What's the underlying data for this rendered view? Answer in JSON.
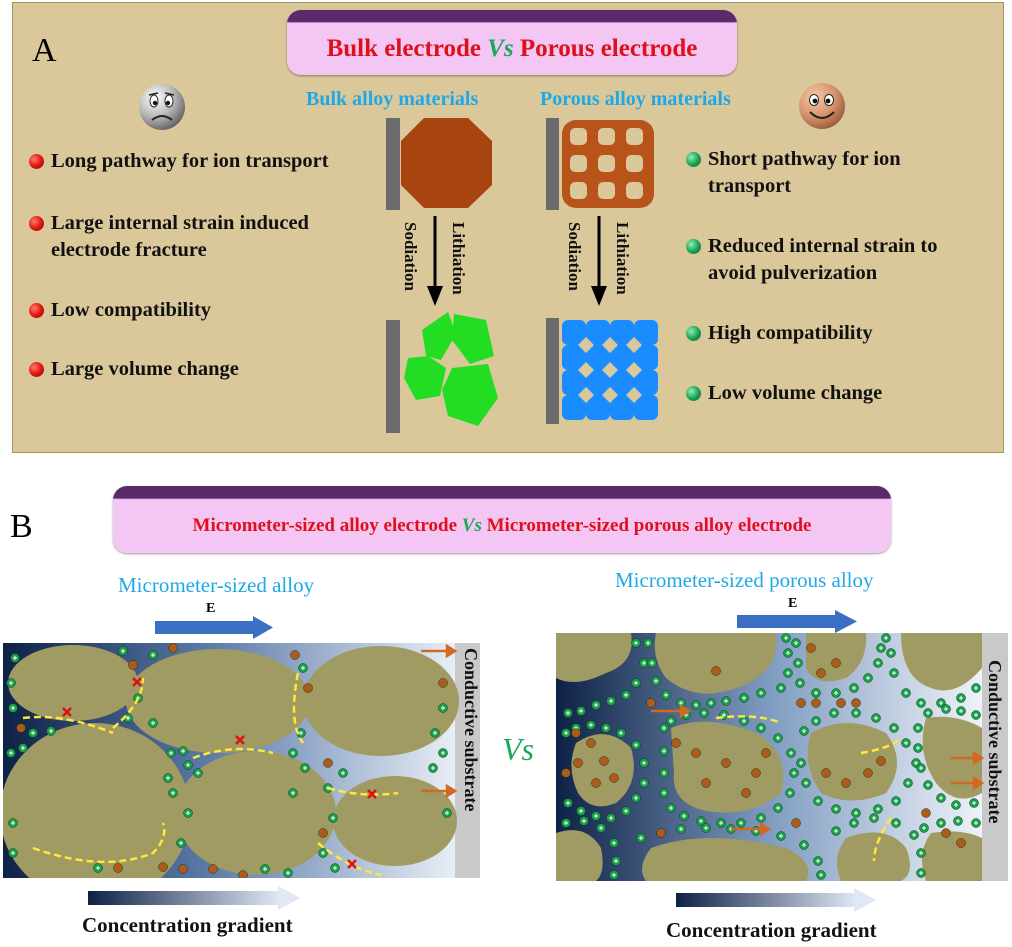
{
  "panel_a": {
    "letter": "A",
    "banner": {
      "left": "Bulk electrode",
      "vs": "Vs",
      "right": "Porous electrode"
    },
    "bulk_title": "Bulk alloy materials",
    "porous_title": "Porous alloy materials",
    "bulk_points": [
      "Long pathway for ion transport",
      "Large internal strain induced electrode fracture",
      "Low compatibility",
      "Large volume change"
    ],
    "porous_points": [
      "Short pathway for ion transport",
      "Reduced internal strain to avoid pulverization",
      "High compatibility",
      "Low volume change"
    ],
    "arrow_labels": {
      "left": "Sodiation",
      "right": "Lithiation"
    },
    "colors": {
      "bulk_solid": "#a84410",
      "bulk_expanded": "#22dd22",
      "porous_solid": "#b8531a",
      "porous_expanded": "#1a8cff",
      "background": "#dac89a"
    }
  },
  "panel_b": {
    "letter": "B",
    "banner": {
      "left": "Micrometer-sized alloy electrode",
      "vs": "Vs",
      "right": "Micrometer-sized porous alloy electrode"
    },
    "left_title": "Micrometer-sized alloy",
    "right_title": "Micrometer-sized porous alloy",
    "field_label": "E",
    "substrate": "Conductive substrate",
    "vs": "Vs",
    "gradient_label": "Concentration gradient"
  }
}
